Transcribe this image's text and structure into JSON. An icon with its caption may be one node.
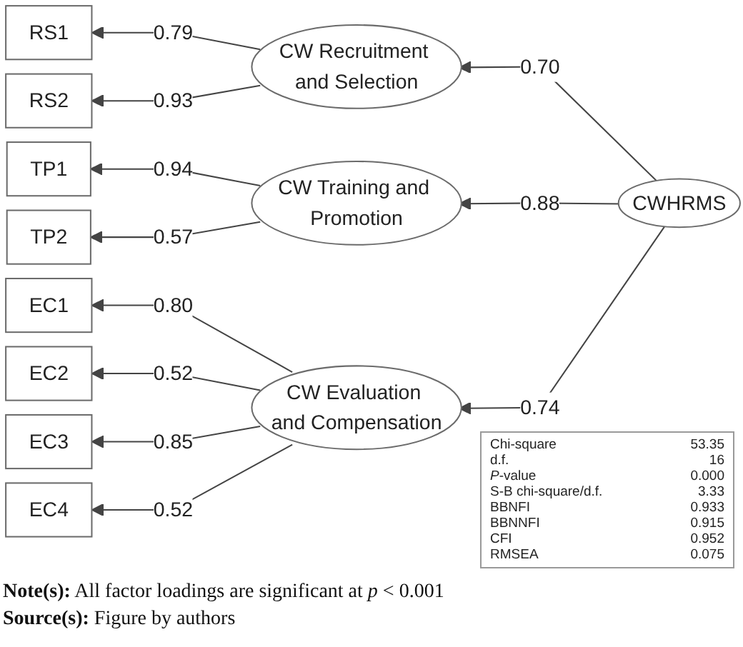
{
  "diagram": {
    "nodes": [
      {
        "text": [
          "RS1"
        ]
      },
      {
        "text": [
          "RS2"
        ]
      },
      {
        "text": [
          "CW Recruitment and Selection"
        ]
      },
      {
        "text": [
          "TP1"
        ]
      },
      {
        "text": [
          "TP2"
        ]
      },
      {
        "text": [
          "CW Training and Promotion"
        ]
      },
      {
        "text": [
          "EC1"
        ]
      },
      {
        "text": [
          "EC2"
        ]
      },
      {
        "text": [
          "EC3"
        ]
      },
      {
        "text": [
          "EC4"
        ]
      },
      {
        "text": [
          "CW Evaluation and Compensation"
        ]
      },
      {
        "text": [
          "CWHRMS"
        ]
      }
    ],
    "edges": [
      {
        "from": 2,
        "to": 0,
        "arrow": "to",
        "label": "0.79"
      },
      {
        "from": 2,
        "to": 1,
        "arrow": "to",
        "label": "0.93"
      },
      {
        "from": 11,
        "to": 2,
        "arrow": "to",
        "label": "0.70"
      },
      {
        "from": 5,
        "to": 3,
        "arrow": "to",
        "label": "0.94"
      },
      {
        "from": 5,
        "to": 4,
        "arrow": "to",
        "label": "0.57"
      },
      {
        "from": 11,
        "to": 5,
        "arrow": "to",
        "label": "0.88"
      },
      {
        "from": 10,
        "to": 6,
        "arrow": "to",
        "label": "0.80"
      },
      {
        "from": 10,
        "to": 7,
        "arrow": "to",
        "label": "0.52"
      },
      {
        "from": 10,
        "to": 8,
        "arrow": "to",
        "label": "0.85"
      },
      {
        "from": 10,
        "to": 9,
        "arrow": "to",
        "label": "0.52"
      },
      {
        "from": 11,
        "to": 10,
        "arrow": "to",
        "label": "0.74"
      }
    ],
    "labels": [
      "Chi-square",
      "53.35",
      "d.f.",
      "16",
      "*P*-value",
      "0.000",
      "S-B chi-square/d.f.",
      "3.33",
      "BBNFI",
      "0.933",
      "BBNNFI",
      "0.915",
      "CFI",
      "0.952",
      "RMSEA",
      "0.075",
      "**Note(s):** All factor loadings are significant at *p* < 0.001",
      "**Source(s):** Figure by authors"
    ]
  }
}
